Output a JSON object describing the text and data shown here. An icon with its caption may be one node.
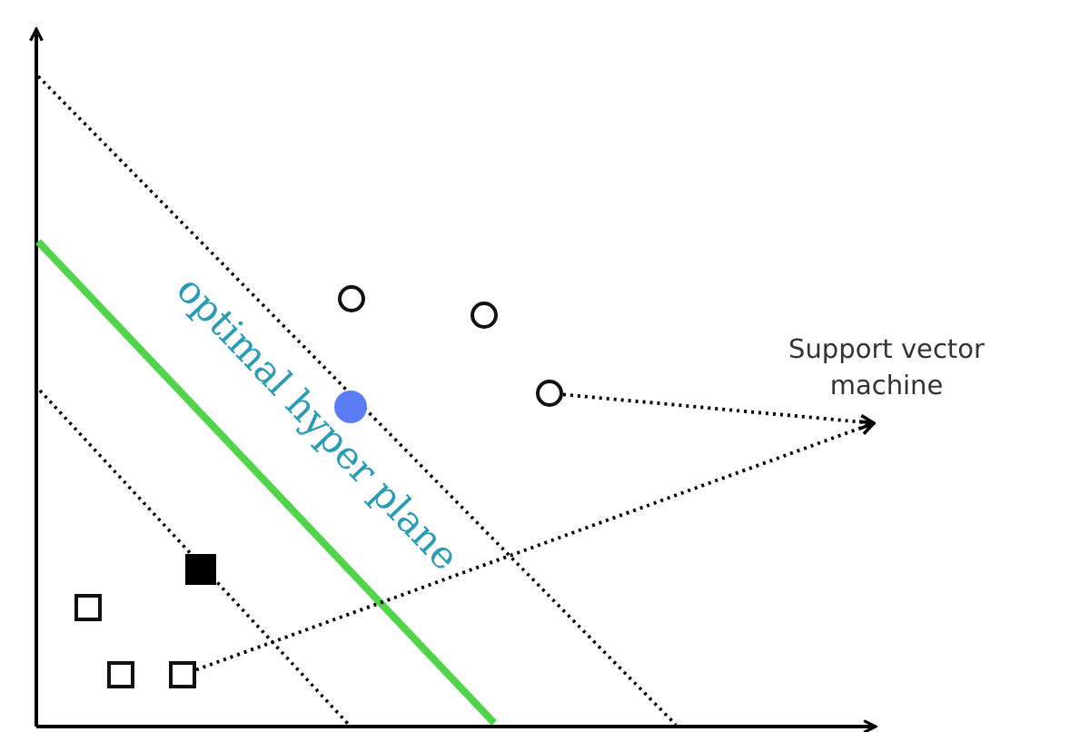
{
  "diagram": {
    "nodes": [
      {
        "text": [
          "Support vector machine"
        ]
      },
      {
        "text": [],
        "shape": "circle"
      },
      {
        "text": [],
        "shape": "circle"
      },
      {
        "text": [],
        "shape": "circle"
      },
      {
        "text": [],
        "shape": "circle"
      },
      {
        "text": [],
        "shape": "box"
      },
      {
        "text": [],
        "shape": "box"
      },
      {
        "text": [],
        "shape": "box"
      },
      {
        "text": [],
        "shape": "box"
      }
    ],
    "edges": [
      {
        "from": 3,
        "to": 0,
        "arrow": "to",
        "style": "dashed"
      },
      {
        "from": 8,
        "to": 0,
        "arrow": "to",
        "style": "dashed"
      }
    ],
    "labels": [
      "optimal hyper plane"
    ]
  }
}
